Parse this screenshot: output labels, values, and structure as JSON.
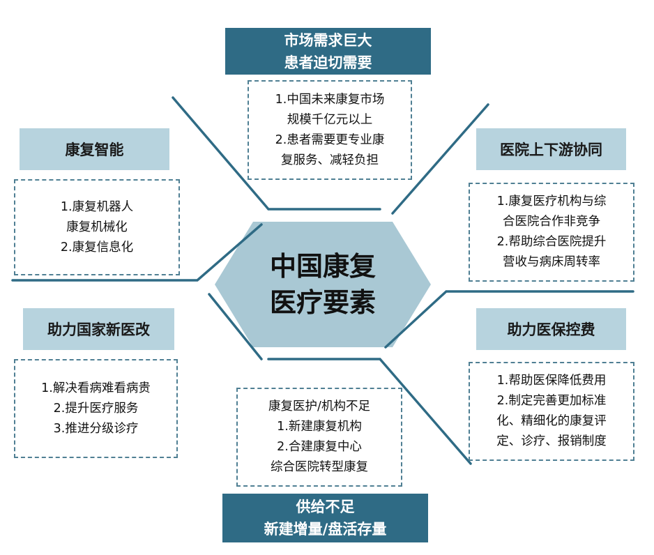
{
  "center": {
    "line1": "中国康复",
    "line2": "医疗要素"
  },
  "top": {
    "header": [
      "市场需求巨大",
      "患者迫切需要"
    ],
    "items": [
      "1.中国未来康复市场",
      "规模千亿元以上",
      "2.患者需要更专业康",
      "复服务、减轻负担"
    ]
  },
  "top_left": {
    "header": "康复智能",
    "items": [
      "1.康复机器人",
      "康复机械化",
      "2.康复信息化"
    ]
  },
  "top_right": {
    "header": "医院上下游协同",
    "items": [
      "1.康复医疗机构与综",
      "合医院合作非竞争",
      "2.帮助综合医院提升",
      "营收与病床周转率"
    ]
  },
  "bottom_left": {
    "header": "助力国家新医改",
    "items": [
      "1.解决看病难看病贵",
      "2.提升医疗服务",
      "3.推进分级诊疗"
    ]
  },
  "bottom_right": {
    "header": "助力医保控费",
    "items": [
      "1.帮助医保降低费用",
      "2.制定完善更加标准",
      "化、精细化的康复评",
      "定、诊疗、报销制度"
    ]
  },
  "bottom": {
    "header": [
      "供给不足",
      "新建增量/盘活存量"
    ],
    "items": [
      "康复医护/机构不足",
      "1.新建康复机构",
      "2.合建康复中心",
      "综合医院转型康复"
    ]
  },
  "colors": {
    "dark_header": "#2f6b85",
    "light_header": "#b7d3de",
    "hexagon": "#a9c8d4",
    "lines": "#2f6b85"
  }
}
